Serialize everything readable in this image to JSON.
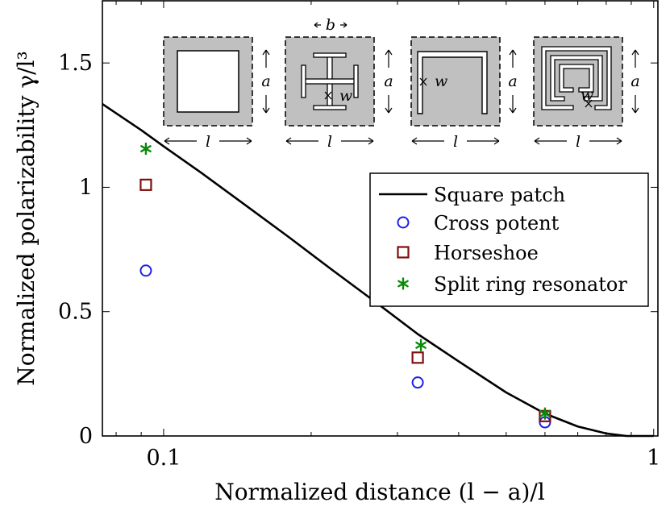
{
  "chart_data": {
    "type": "scatter",
    "title": "",
    "xlabel": "Normalized distance (l − a)/l",
    "ylabel": "Normalized polarizability γ/l³",
    "xscale": "log",
    "xlim": [
      0.075,
      1.02
    ],
    "ylim": [
      0,
      1.75
    ],
    "xticks": [
      0.1,
      1
    ],
    "xtick_labels": [
      "0.1",
      "1"
    ],
    "yticks": [
      0,
      0.5,
      1,
      1.5
    ],
    "ytick_labels": [
      "0",
      "0.5",
      "1",
      "1.5"
    ],
    "grid": false,
    "legend_position": "right-center",
    "series": [
      {
        "name": "Square patch",
        "kind": "line",
        "color": "#000000",
        "x": [
          0.075,
          0.09,
          0.1,
          0.12,
          0.15,
          0.18,
          0.22,
          0.27,
          0.33,
          0.4,
          0.5,
          0.6,
          0.7,
          0.8,
          0.88,
          0.95,
          1.0
        ],
        "y": [
          1.335,
          1.23,
          1.165,
          1.055,
          0.915,
          0.8,
          0.67,
          0.54,
          0.41,
          0.3,
          0.175,
          0.09,
          0.038,
          0.01,
          0.0,
          0.0,
          0.0
        ]
      },
      {
        "name": "Cross potent",
        "kind": "marker",
        "marker": "circle",
        "color": "#1f1fe8",
        "x": [
          0.092,
          0.33,
          0.6
        ],
        "y": [
          0.665,
          0.215,
          0.055
        ]
      },
      {
        "name": "Horseshoe",
        "kind": "marker",
        "marker": "square",
        "color": "#7f0f0f",
        "x": [
          0.092,
          0.33,
          0.6
        ],
        "y": [
          1.01,
          0.315,
          0.08
        ]
      },
      {
        "name": "Split ring resonator",
        "kind": "marker",
        "marker": "asterisk",
        "color": "#0a8a0a",
        "x": [
          0.092,
          0.335,
          0.6
        ],
        "y": [
          1.155,
          0.365,
          0.09
        ]
      }
    ],
    "insets": {
      "dim_b": "b",
      "dim_a": "a",
      "dim_l": "l",
      "dim_w": "w",
      "fill_color": "#c0c0c0"
    }
  }
}
